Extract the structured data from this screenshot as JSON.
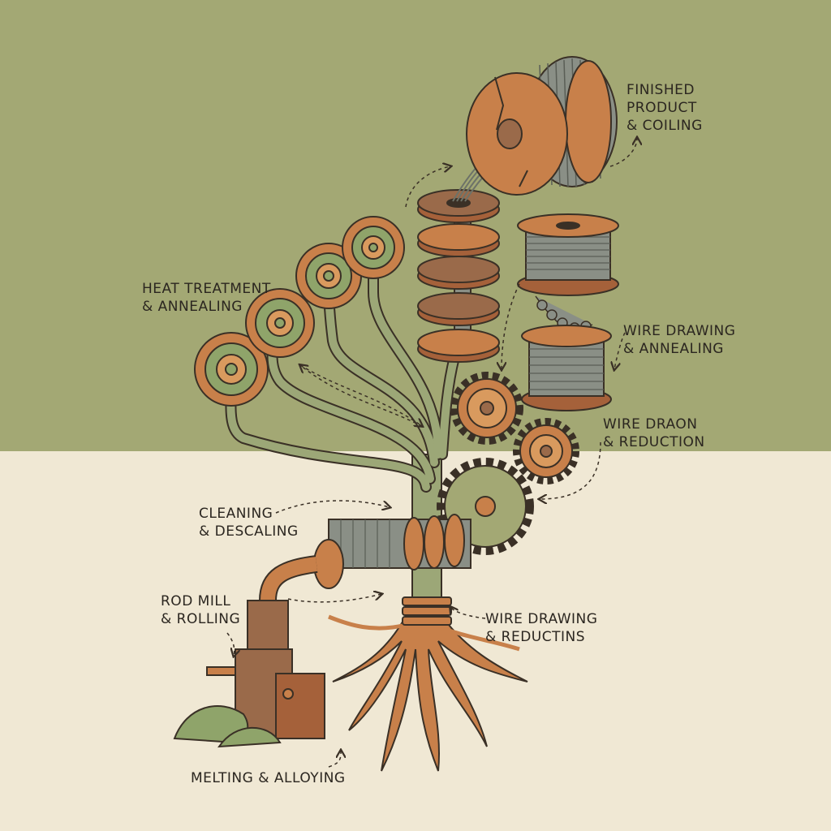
{
  "colors": {
    "background_top": "#a3a874",
    "background_bottom": "#f0e8d4",
    "copper": "#c8804a",
    "copper_dark": "#a5613a",
    "brown": "#9a6a4a",
    "pipe_green": "#9ca777",
    "outline": "#3a3026",
    "wire_grey": "#8a8f86",
    "slag_green": "#8fa46a"
  },
  "labels": {
    "finished_product": "FINISHED\nPRODUCT\n& COILING",
    "heat_treatment": "HEAT TREATMENT\n& ANNEALING",
    "wire_drawing_annealing": "WIRE DRAWING\n& ANNEALING",
    "wire_draon_reduction": "WIRE DRAON\n& REDUCTION",
    "cleaning_descaling": "CLEANING\n& DESCALING",
    "rod_mill_rolling": "ROD MILL\n& ROLLING",
    "wire_drawing_reductins": "WIRE DRAWING\n& REDUCTINS",
    "melting_alloying": "MELTING & ALLOYING"
  }
}
